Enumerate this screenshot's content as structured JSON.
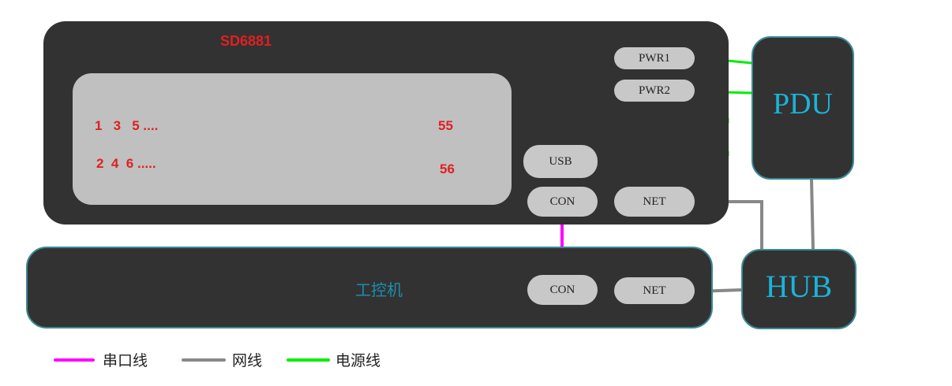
{
  "device": {
    "title": "SD6881",
    "ports_odd": "1   3   5 ....",
    "ports_even": "2  4  6 .....",
    "port_last_odd": "55",
    "port_last_even": "56",
    "pwr1_label": "PWR1",
    "pwr2_label": "PWR2",
    "usb_label": "USB",
    "con_label": "CON",
    "net_label": "NET"
  },
  "ipc": {
    "label": "工控机",
    "con_label": "CON",
    "net_label": "NET"
  },
  "pdu": {
    "label": "PDU"
  },
  "hub": {
    "label": "HUB"
  },
  "legend": [
    {
      "label": "串口线",
      "color": "#ff00ff"
    },
    {
      "label": "网线",
      "color": "#888888"
    },
    {
      "label": "电源线",
      "color": "#00ee00"
    }
  ],
  "colors": {
    "serial": "#ff00ff",
    "network": "#888888",
    "power": "#00ee00",
    "device_fill": "#323232",
    "accent_border": "#3a8a96",
    "label_blue": "#1ab3d9",
    "port_red": "#e02020"
  }
}
